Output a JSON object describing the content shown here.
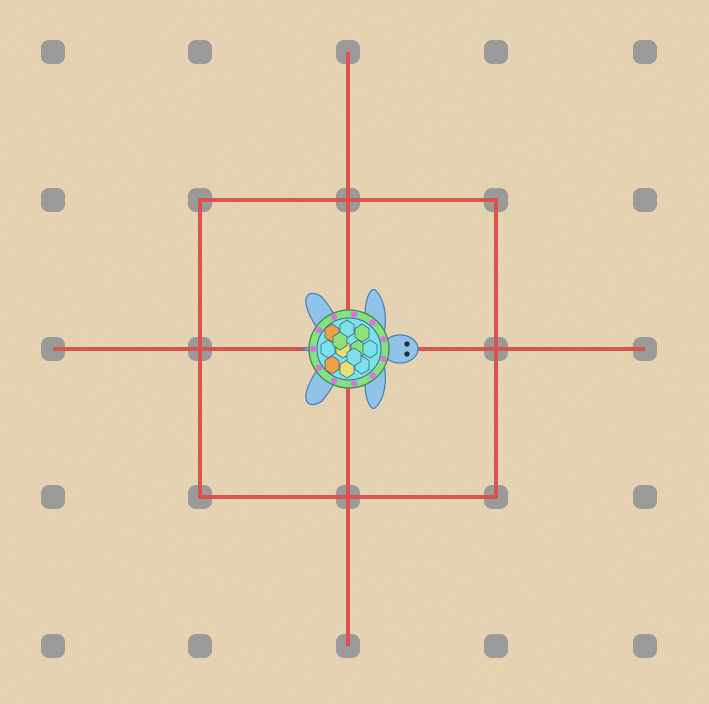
{
  "game": {
    "board": {
      "rows": 5,
      "cols": 5,
      "background_color": "#EBD9B7",
      "dot_color": "#9A9A9A",
      "line_color": "#D9534F",
      "turtle_heading": "east"
    },
    "paths": [
      {
        "name": "center-plus-horizontal",
        "from": [
          0,
          2
        ],
        "to": [
          4,
          2
        ]
      },
      {
        "name": "center-plus-vertical",
        "from": [
          2,
          0
        ],
        "to": [
          2,
          4
        ]
      },
      {
        "name": "middle-square",
        "from": [
          1,
          1
        ],
        "to": [
          3,
          3
        ]
      }
    ],
    "turtle": {
      "grid_col": 2,
      "grid_row": 2,
      "icon": "turtle-icon",
      "shell_colors": [
        "#7EE0E8",
        "#F0A040",
        "#8FE07A",
        "#E8E070",
        "#E070E0"
      ]
    }
  }
}
